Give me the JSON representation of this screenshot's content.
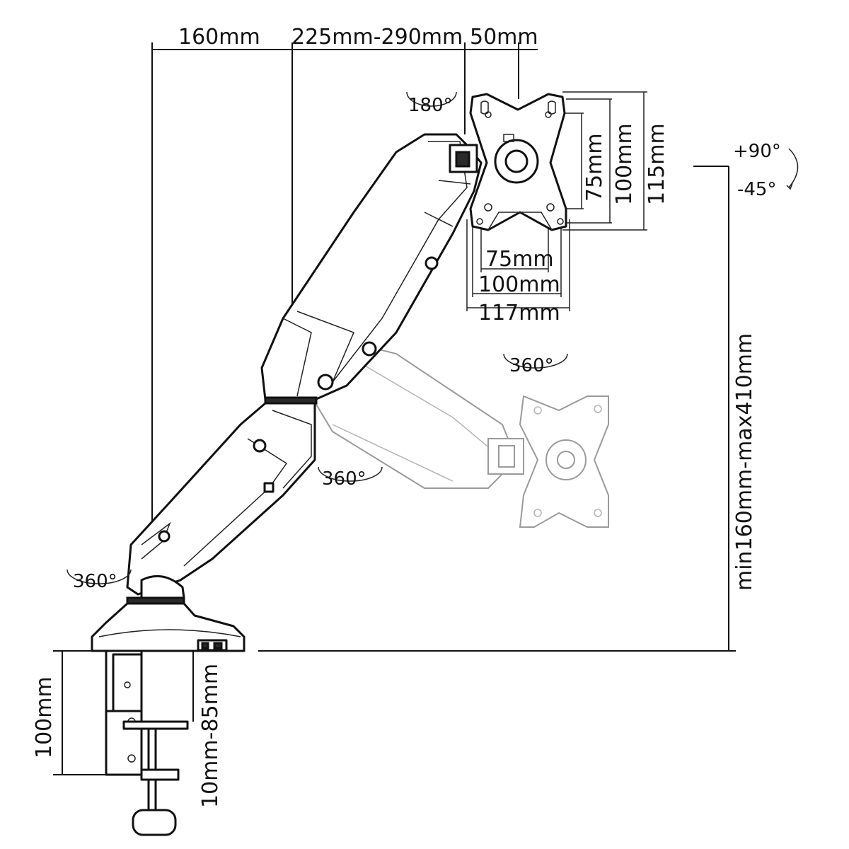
{
  "dimensions": {
    "d160": "160mm",
    "d225_290": "225mm-290mm",
    "d50": "50mm",
    "vesa_h75": "75mm",
    "vesa_h100": "100mm",
    "vesa_h115": "115mm",
    "vesa_w75": "75mm",
    "vesa_w100": "100mm",
    "vesa_w117": "117mm",
    "height_range": "min160mm-max410mm",
    "clamp_100": "100mm",
    "desk_thickness": "10mm-85mm"
  },
  "angles": {
    "tilt_up": "+90°",
    "tilt_down": "-45°",
    "swivel_180": "180°",
    "rotate_360_head": "360°",
    "rotate_360_elbow": "360°",
    "rotate_360_base": "360°"
  },
  "colors": {
    "line": "#111111",
    "ghost": "#9a9a9a",
    "background": "#ffffff"
  }
}
